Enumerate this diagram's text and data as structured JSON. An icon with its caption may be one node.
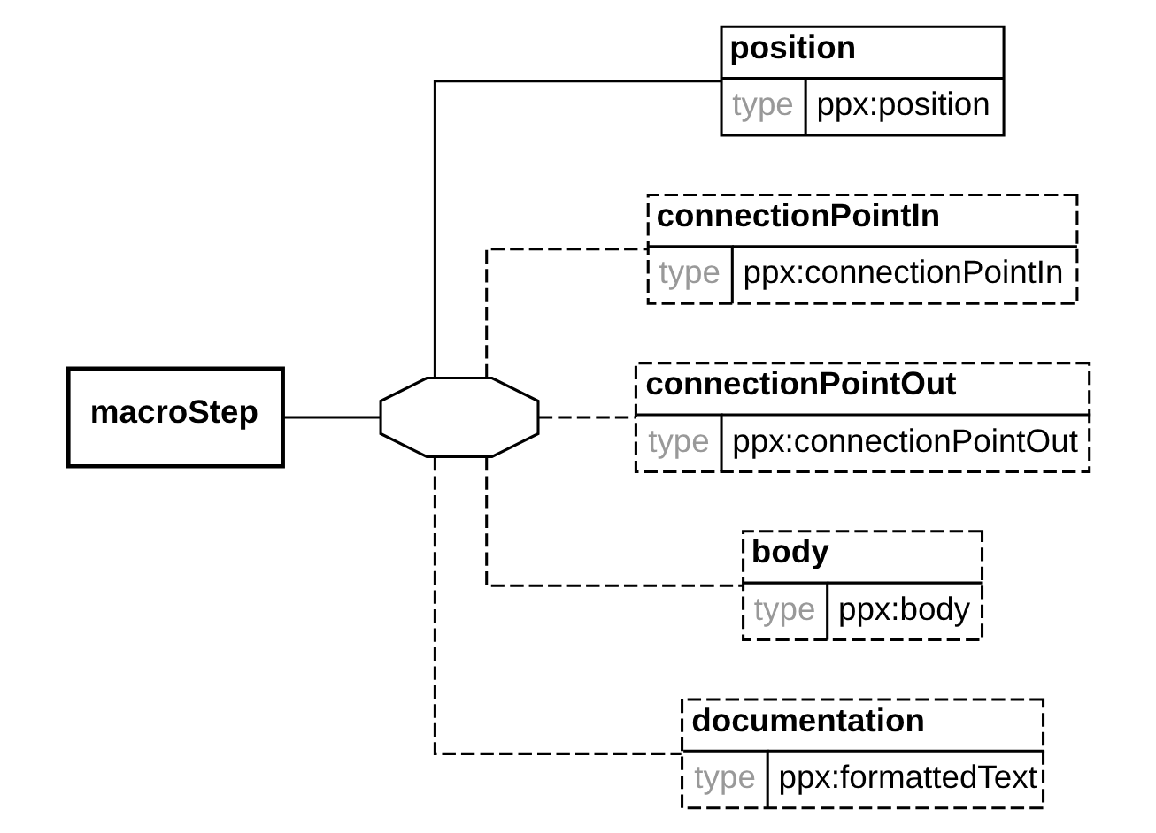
{
  "diagram": {
    "nodes": [
      {
        "text": [
          "macroStep"
        ]
      },
      {
        "text": [],
        "shape": "octagon"
      },
      {
        "text": [
          "position",
          "type",
          "ppx:position"
        ]
      },
      {
        "text": [
          "connectionPointIn",
          "type",
          "ppx:connectionPointIn"
        ]
      },
      {
        "text": [
          "connectionPointOut",
          "type",
          "ppx:connectionPointOut"
        ]
      },
      {
        "text": [
          "body",
          "type",
          "ppx:body"
        ]
      },
      {
        "text": [
          "documentation",
          "type",
          "ppx:formattedText"
        ]
      }
    ],
    "edges": [
      {
        "from": 0,
        "to": 1,
        "arrow": "none"
      },
      {
        "from": 1,
        "to": 2,
        "arrow": "none"
      },
      {
        "from": 1,
        "to": 3,
        "arrow": "none",
        "style": "dashed"
      },
      {
        "from": 1,
        "to": 4,
        "arrow": "none",
        "style": "dashed"
      },
      {
        "from": 1,
        "to": 5,
        "arrow": "none",
        "style": "dashed"
      },
      {
        "from": 1,
        "to": 6,
        "arrow": "none",
        "style": "dashed"
      }
    ]
  }
}
